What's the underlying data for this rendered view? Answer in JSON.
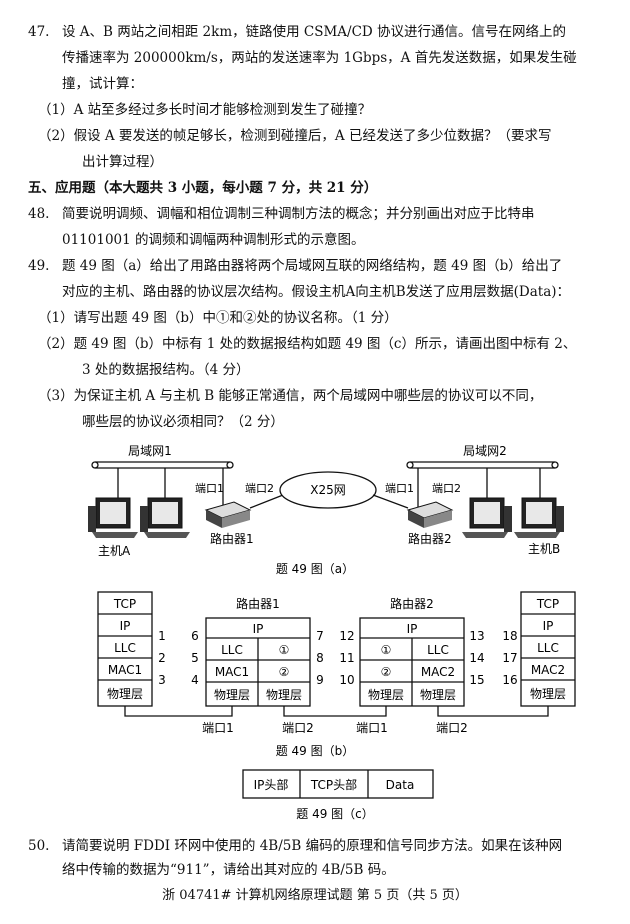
{
  "q47": {
    "num": "47.",
    "line1": "设 A、B 两站之间相距 2km，链路使用 CSMA/CD 协议进行通信。信号在网络上的",
    "line2": "传播速率为 200000km/s，两站的发送速率为 1Gbps，A 首先发送数据，如果发生碰",
    "line3": "撞，试计算：",
    "sub1": "（1）A 站至多经过多长时间才能够检测到发生了碰撞？",
    "sub2a": "（2）假设 A 要发送的帧足够长，检测到碰撞后，A 已经发送了多少位数据？（要求写",
    "sub2b": "出计算过程）"
  },
  "section5": "五、应用题（本大题共 3 小题，每小题 7 分，共 21 分）",
  "q48": {
    "num": "48.",
    "line1": "简要说明调频、调幅和相位调制三种调制方法的概念；并分别画出对应于比特串",
    "line2": "01101001 的调频和调幅两种调制形式的示意图。"
  },
  "q49": {
    "num": "49.",
    "line1": "题 49 图（a）给出了用路由器将两个局域网互联的网络结构，题 49 图（b）给出了",
    "line2": "对应的主机、路由器的协议层次结构。假设主机A向主机B发送了应用层数据(Data)：",
    "sub1": "（1）请写出题 49 图（b）中①和②处的协议名称。（1 分）",
    "sub2a": "（2）题 49 图（b）中标有 1 处的数据报结构如题 49 图（c）所示，请画出图中标有 2、",
    "sub2b": "3 处的数据报结构。（4 分）",
    "sub3a": "（3）为保证主机 A 与主机 B 能够正常通信，两个局域网中哪些层的协议可以不同，",
    "sub3b": "哪些层的协议必须相同？（2 分）"
  },
  "fig_a": {
    "lan1": "局域网1",
    "lan2": "局域网2",
    "port1_left": "端口1",
    "port2_left": "端口2",
    "x25": "X25网",
    "port1_right": "端口1",
    "port2_right": "端口2",
    "hostA": "主机A",
    "router1": "路由器1",
    "router2": "路由器2",
    "hostB": "主机B",
    "caption": "题 49 图（a）"
  },
  "fig_b": {
    "hostA_stack": [
      "TCP",
      "IP",
      "LLC",
      "MAC1",
      "物理层"
    ],
    "hostB_stack": [
      "TCP",
      "IP",
      "LLC",
      "MAC2",
      "物理层"
    ],
    "router1_title": "路由器1",
    "router2_title": "路由器2",
    "ip": "IP",
    "r1_left": [
      "LLC",
      "MAC1",
      "物理层"
    ],
    "r1_right": [
      "①",
      "②",
      "物理层"
    ],
    "r2_left": [
      "①",
      "②",
      "物理层"
    ],
    "r2_right": [
      "LLC",
      "MAC2",
      "物理层"
    ],
    "nums_hostA": [
      "1",
      "2",
      "3"
    ],
    "nums_r1_left": [
      "6",
      "5",
      "4"
    ],
    "nums_r1_right": [
      "7",
      "8",
      "9"
    ],
    "nums_r2_left": [
      "12",
      "11",
      "10"
    ],
    "nums_r2_right": [
      "13",
      "14",
      "15"
    ],
    "nums_hostB": [
      "18",
      "17",
      "16"
    ],
    "port1_r1": "端口1",
    "port2_r1": "端口2",
    "port1_r2": "端口1",
    "port2_r2": "端口2",
    "caption": "题 49 图（b）"
  },
  "fig_c": {
    "cells": [
      "IP头部",
      "TCP头部",
      "Data"
    ],
    "caption": "题 49 图（c）"
  },
  "q50": {
    "num": "50.",
    "line1": "请简要说明 FDDI 环网中使用的 4B/5B 编码的原理和信号同步方法。如果在该种网",
    "line2": "络中传输的数据为“911”，请给出其对应的 4B/5B 码。"
  },
  "footer": "浙 04741# 计算机网络原理试题 第 5 页（共 5 页）"
}
